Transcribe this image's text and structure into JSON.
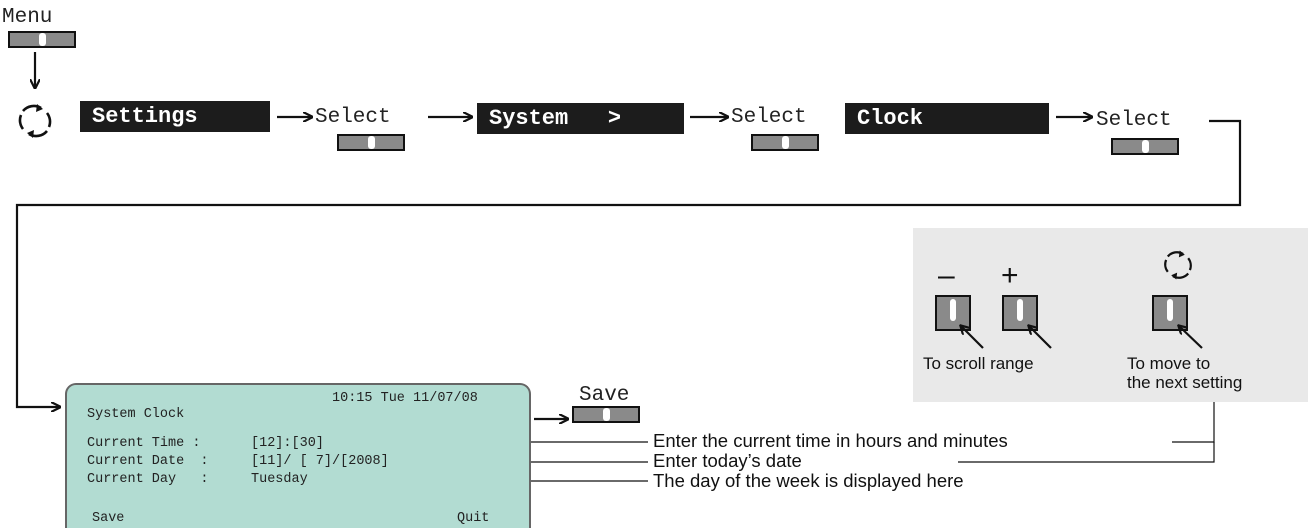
{
  "menu_key_label": "Menu",
  "steps": [
    {
      "screen": "Settings",
      "key_label": "Select"
    },
    {
      "screen": "System   >",
      "key_label": "Select"
    },
    {
      "screen": "Clock",
      "key_label": "Select"
    }
  ],
  "lcd": {
    "datetime": "10:15 Tue 11/07/08",
    "title": "System Clock",
    "rows": [
      {
        "label": "Current Time :",
        "value": "[12]:[30]"
      },
      {
        "label": "Current Date  :",
        "value": "[11]/ [ 7]/[2008]"
      },
      {
        "label": "Current Day   :",
        "value": "Tuesday"
      }
    ],
    "save": "Save",
    "quit": "Quit"
  },
  "save_key_label": "Save",
  "callouts": [
    "Enter the current time in hours and minutes",
    "Enter today’s date",
    "The day of the week is displayed here"
  ],
  "legend": {
    "minus_symbol": "–",
    "plus_symbol": "+",
    "scroll_text": "To scroll range",
    "move_text_line1": "To move to",
    "move_text_line2": "the next setting"
  }
}
